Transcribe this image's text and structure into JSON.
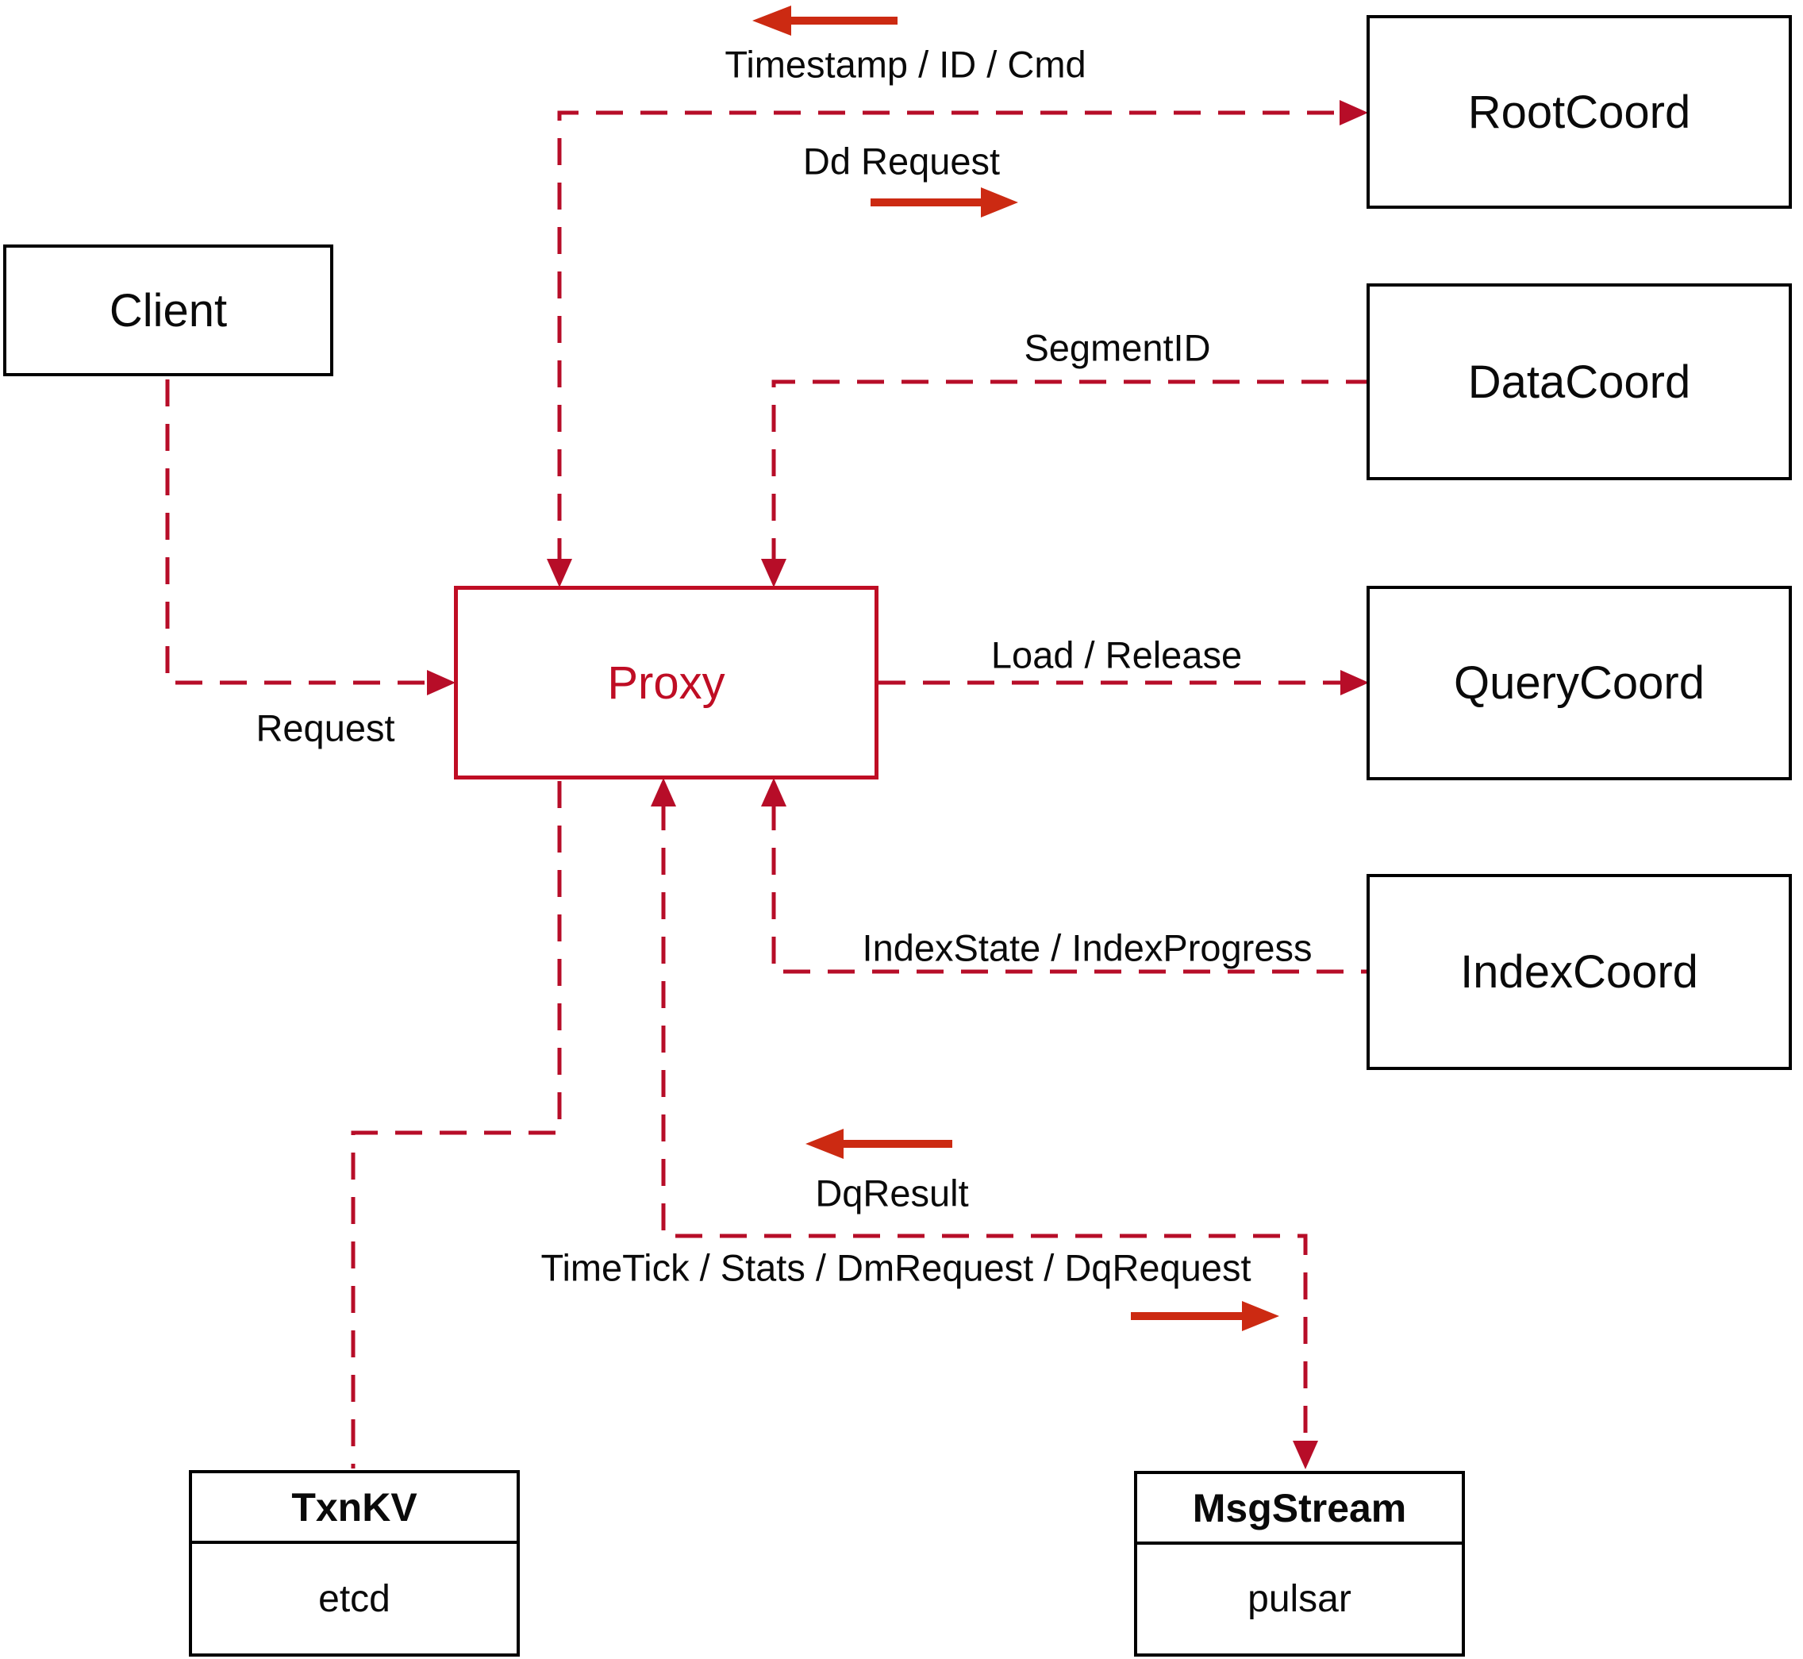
{
  "diagram": {
    "nodes": {
      "client": {
        "label": "Client"
      },
      "proxy": {
        "label": "Proxy"
      },
      "root_coord": {
        "label": "RootCoord"
      },
      "data_coord": {
        "label": "DataCoord"
      },
      "query_coord": {
        "label": "QueryCoord"
      },
      "index_coord": {
        "label": "IndexCoord"
      },
      "txn_kv": {
        "title": "TxnKV",
        "impl": "etcd"
      },
      "msg_stream": {
        "title": "MsgStream",
        "impl": "pulsar"
      }
    },
    "edge_labels": {
      "timestamp": "Timestamp / ID / Cmd",
      "dd_request": "Dd Request",
      "segment_id": "SegmentID",
      "load_release": "Load / Release",
      "index_state": "IndexState / IndexProgress",
      "request": "Request",
      "dq_result": "DqResult",
      "time_tick": "TimeTick / Stats / DmRequest / DqRequest"
    },
    "colors": {
      "dashed_line": "#b70d28",
      "solid_arrow": "#cc2a12",
      "proxy_accent": "#bf0d24",
      "box_border": "#000000",
      "label_text": "#0a0a0a",
      "background": "#ffffff"
    }
  }
}
